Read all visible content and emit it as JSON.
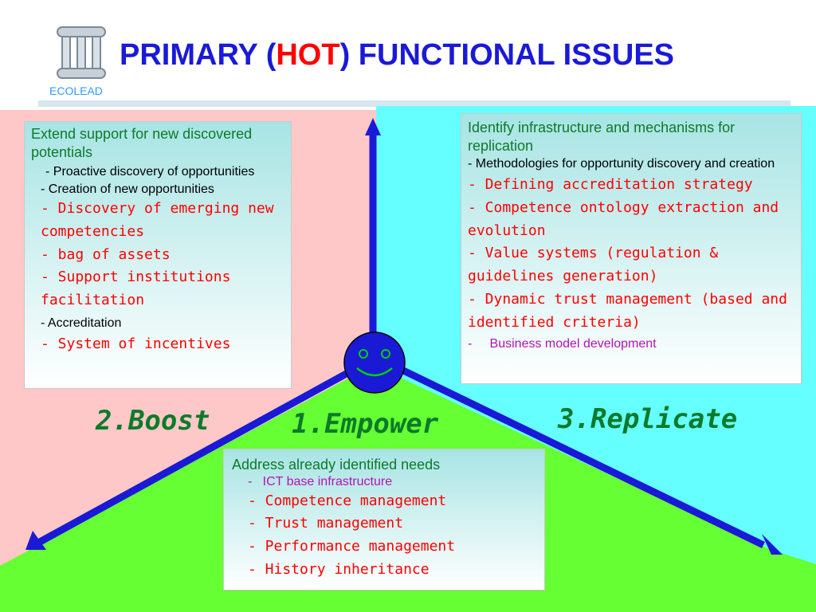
{
  "header": {
    "title_part1": "PRIMARY (",
    "title_hot": "HOT",
    "title_part2": ") FUNCTIONAL ISSUES",
    "logo_text": "ECOLEAD"
  },
  "labels": {
    "boost": "2.Boost",
    "empower": "1.Empower",
    "replicate": "3.Replicate"
  },
  "boxes": {
    "boost": {
      "heading": "Extend support for new discovered potentials",
      "items": [
        "- Proactive discovery of opportunities",
        "- Creation of new opportunities",
        "- Discovery of emerging new competencies",
        "-  bag of assets",
        "- Support institutions facilitation",
        "-  Accreditation",
        "-  System of incentives"
      ]
    },
    "replicate": {
      "heading": "Identify infrastructure and mechanisms for replication",
      "items": [
        "- Methodologies for opportunity discovery and creation",
        "-  Defining accreditation strategy",
        "-  Competence ontology extraction and evolution",
        "- Value systems (regulation & guidelines generation)",
        "-  Dynamic trust management (based and identified criteria)",
        "-     Business model development"
      ]
    },
    "empower": {
      "heading": "Address already identified needs",
      "items": [
        "-   ICT base infrastructure",
        "- Competence management",
        "-  Trust management",
        "-  Performance management",
        "-  History inheritance"
      ]
    }
  },
  "colors": {
    "title": "#1a1ad6",
    "hot": "#ff0000",
    "left_region": "#ffc8c8",
    "right_region": "#66ffff",
    "bottom_region": "#66ff33",
    "arrows": "#1a1ad6",
    "label_green": "#0d7a2a",
    "face": "#1a1ad6"
  },
  "icons": {
    "logo": "pillar-logo-icon",
    "center": "smiley-face-icon"
  }
}
